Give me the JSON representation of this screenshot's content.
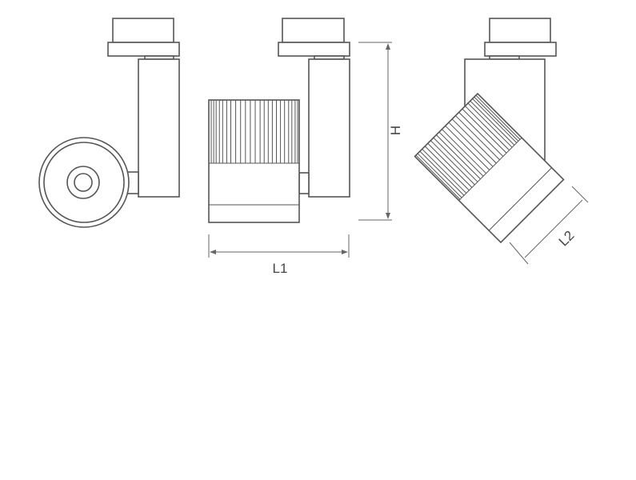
{
  "dimensions": {
    "height_label": "H",
    "length1_label": "L1",
    "length2_label": "L2"
  },
  "colors": {
    "line": "#555555",
    "background": "#ffffff"
  }
}
